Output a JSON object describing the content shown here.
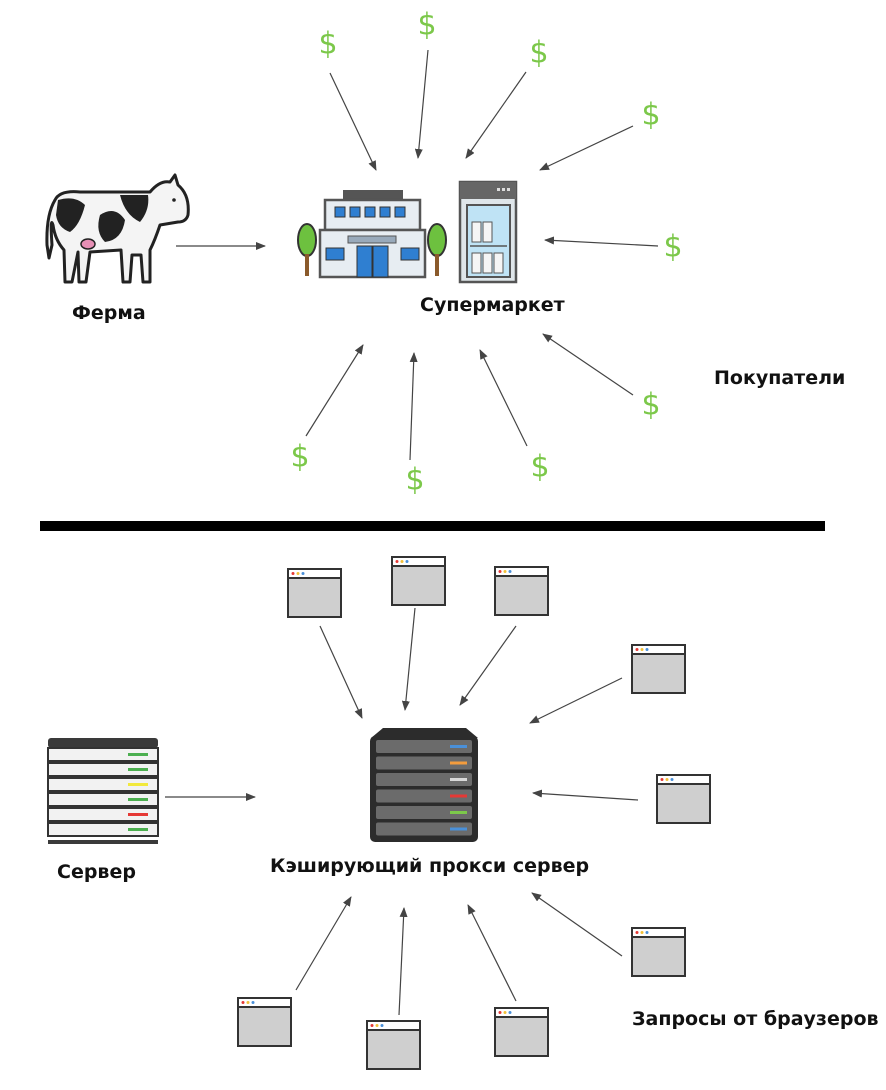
{
  "top": {
    "farm_label": "Ферма",
    "supermarket_label": "Супермаркет",
    "buyers_label": "Покупатели",
    "currency_symbol": "$",
    "money_color": "#7cc84a"
  },
  "bottom": {
    "server_label": "Сервер",
    "proxy_label": "Кэширующий прокси сервер",
    "requests_label": "Запросы от браузеров"
  },
  "icons": {
    "farm": "cow-icon",
    "shop": "supermarket-icon",
    "fridge": "milk-fridge-icon",
    "money": "dollar-icon",
    "origin": "server-rack-icon",
    "proxy": "proxy-server-icon",
    "browser": "browser-window-icon"
  }
}
